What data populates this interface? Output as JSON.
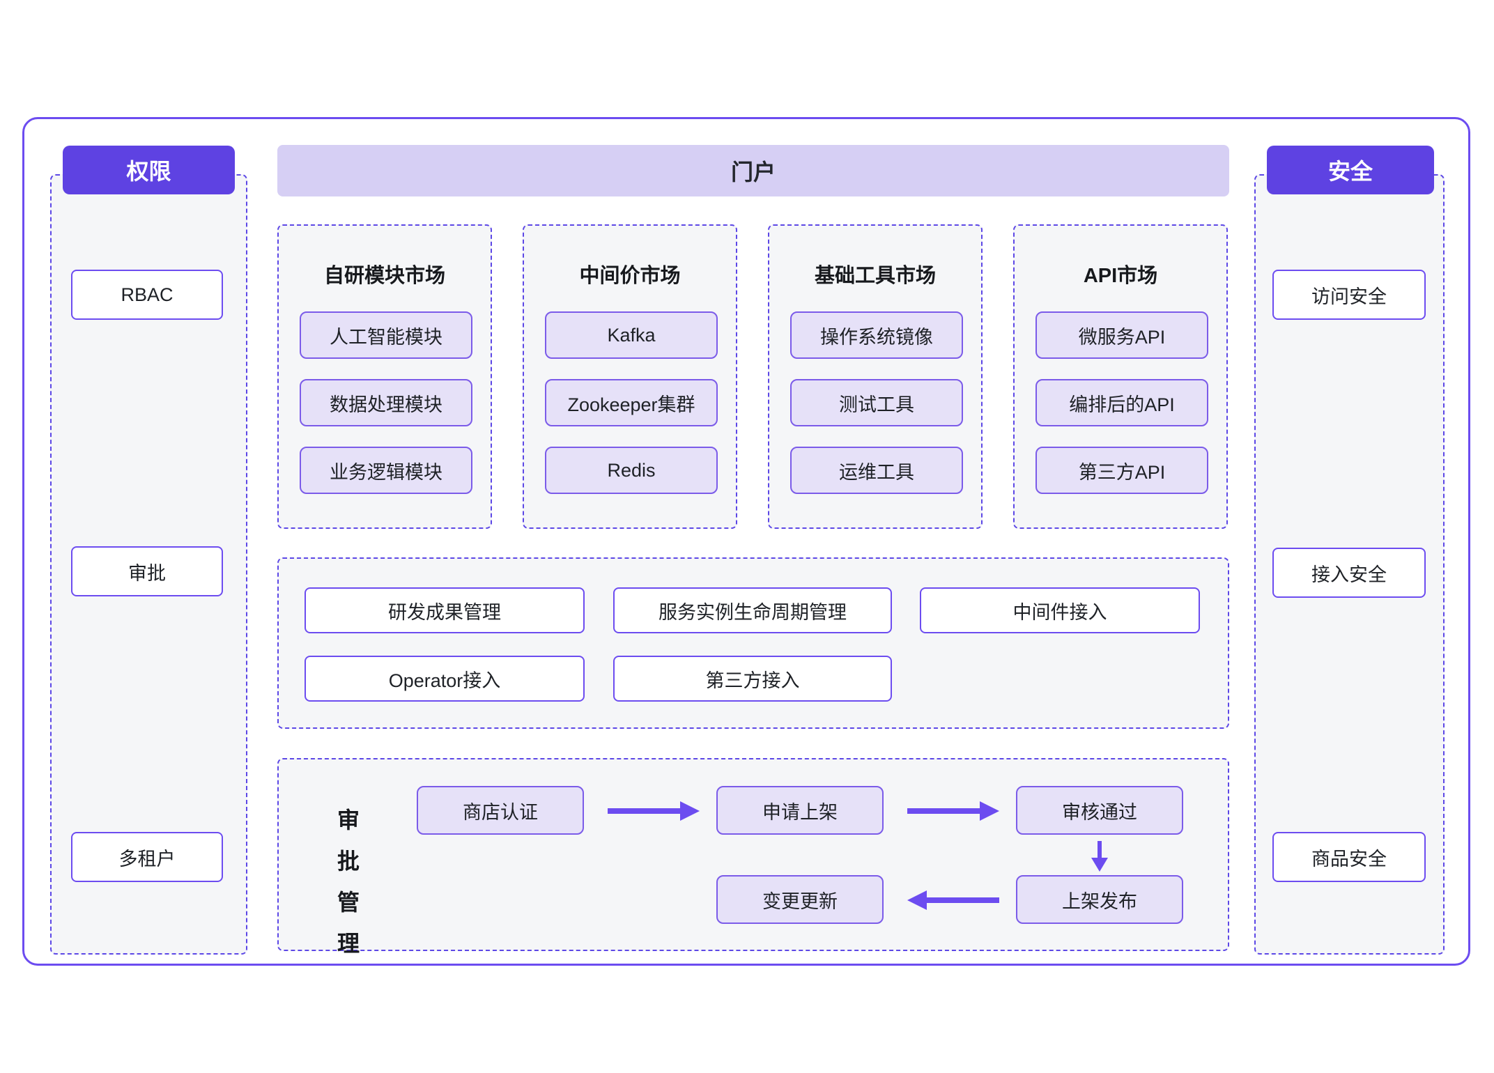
{
  "permissions": {
    "header": "权限",
    "items": [
      "RBAC",
      "审批",
      "多租户"
    ]
  },
  "portal": {
    "header": "门户"
  },
  "markets": [
    {
      "title": "自研模块市场",
      "items": [
        "人工智能模块",
        "数据处理模块",
        "业务逻辑模块"
      ]
    },
    {
      "title": "中间价市场",
      "items": [
        "Kafka",
        "Zookeeper集群",
        "Redis"
      ]
    },
    {
      "title": "基础工具市场",
      "items": [
        "操作系统镜像",
        "测试工具",
        "运维工具"
      ]
    },
    {
      "title": "API市场",
      "items": [
        "微服务API",
        "编排后的API",
        "第三方API"
      ]
    }
  ],
  "management": {
    "row1": [
      "研发成果管理",
      "服务实例生命周期管理",
      "中间件接入"
    ],
    "row2": [
      "Operator接入",
      "第三方接入"
    ]
  },
  "approval": {
    "label": "审批管理",
    "label_chars": [
      "审",
      "批",
      "管",
      "理"
    ],
    "steps": [
      "商店认证",
      "申请上架",
      "审核通过",
      "上架发布",
      "变更更新"
    ]
  },
  "security": {
    "header": "安全",
    "items": [
      "访问安全",
      "接入安全",
      "商品安全"
    ]
  },
  "colors": {
    "accent": "#5e42e2",
    "solid_border": "#6c4cf0",
    "light_box_fill": "#e6e1f8",
    "light_box_border": "#7b5be9",
    "banner_fill": "#d6cff4",
    "section_bg": "#f5f6f8",
    "arrow": "#6c4cf0"
  }
}
